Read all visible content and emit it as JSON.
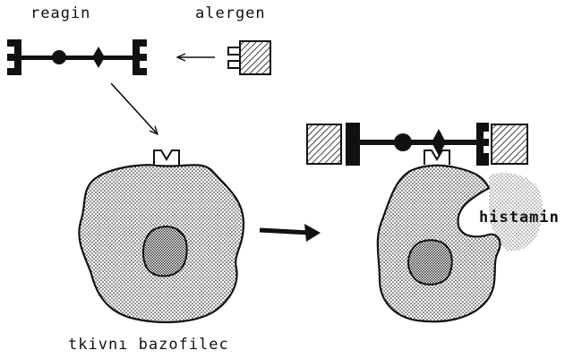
{
  "labels": {
    "reagin": "reagin",
    "allergen": "alergen",
    "histamine": "histamin",
    "cell": "tkivnı bazofilec"
  },
  "colors": {
    "ink": "#111111",
    "background": "#ffffff"
  }
}
